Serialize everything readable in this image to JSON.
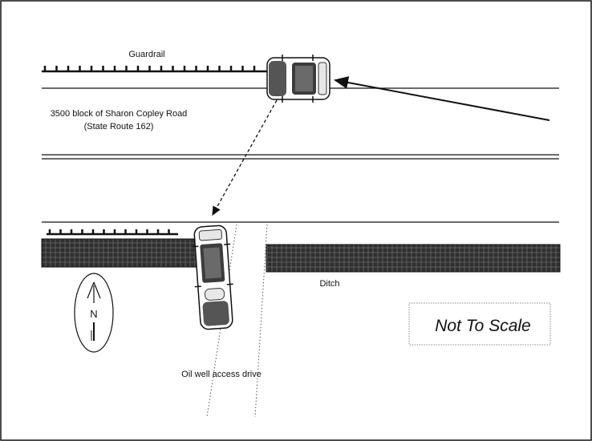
{
  "labels": {
    "guardrail": "Guardrail",
    "road_name_line1": "3500 block of Sharon Copley Road",
    "road_name_line2": "(State Route 162)",
    "ditch": "Ditch",
    "access_drive": "Oil well access drive",
    "scale_note": "Not To Scale",
    "north_letter": "N"
  },
  "colors": {
    "line": "#222222",
    "ditch_fill": "#3a3a3a",
    "vehicle_body": "#4a4a4a",
    "vehicle_light": "#e8e8e8",
    "frame": "#111111"
  }
}
